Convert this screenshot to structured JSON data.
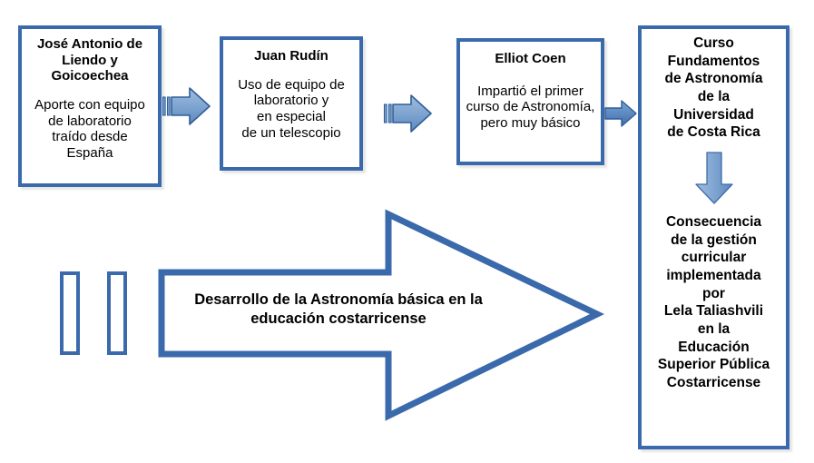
{
  "theme": {
    "border_blue": "#3A6AAB",
    "arrow_fill_light": "#7FA3CE",
    "arrow_fill_mid": "#5B87BF",
    "arrow_stroke": "#2F5E99",
    "background": "#FFFFFF",
    "text": "#000000"
  },
  "nodes": {
    "origin": {
      "title": "José Antonio de\nLiendo y\nGoicoechea",
      "body": "Aporte con equipo\nde laboratorio\ntraído desde\nEspaña"
    },
    "rudin": {
      "title": "Juan Rudín",
      "body": "Uso de equipo de\nlaboratorio y\nen especial\nde un telescopio"
    },
    "coen": {
      "title": "Elliot Coen",
      "body": "Impartió el primer\ncurso de Astronomía,\npero muy básico"
    },
    "curso": {
      "title": "Curso\nFundamentos\nde Astronomía\nde la\nUniversidad\nde Costa Rica",
      "body": "Consecuencia\nde la gestión\ncurricular\nimplementada\npor\nLela Taliashvili\nen la\nEducación\nSuperior Pública\nCostarricense"
    }
  },
  "connectors": {
    "arrow_1": "right-arrow-icon",
    "arrow_2": "right-arrow-icon",
    "arrow_3": "right-arrow-icon",
    "arrow_down": "down-arrow-icon",
    "big_arrow": "big-right-arrow-icon"
  },
  "big_arrow": {
    "label": "Desarrollo de la Astronomía básica en la\neducación costarricense"
  }
}
